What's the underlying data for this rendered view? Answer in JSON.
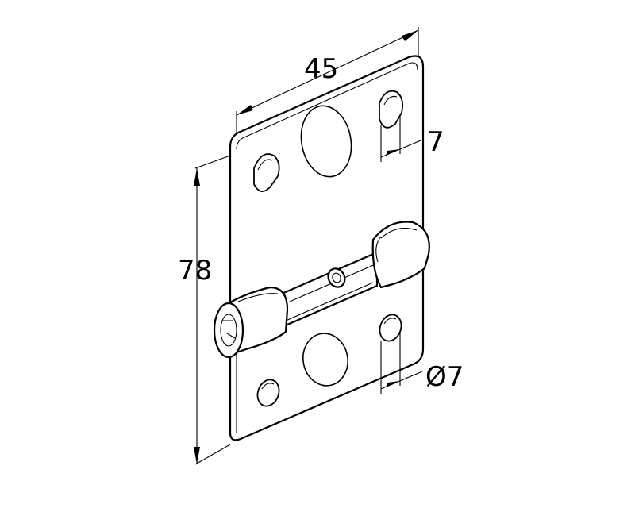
{
  "dimensions": {
    "width": "45",
    "height": "78",
    "slot_width": "7",
    "hole_diameter": "Ø7"
  }
}
